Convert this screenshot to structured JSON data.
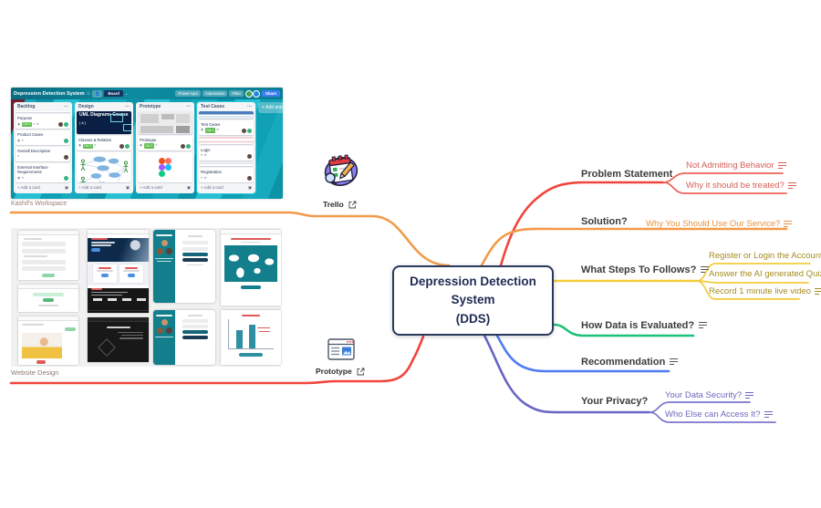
{
  "mindmap": {
    "center": {
      "title": "Depression Detection System",
      "subtitle": "(DDS)",
      "border_color": "#2b3a5c",
      "text_color": "#1e2a52"
    },
    "topic_label_color": "#3b3b3b",
    "topics": [
      {
        "label": "Problem Statement",
        "line_color": "#f0453c",
        "child_color": "#d65f58",
        "children": [
          {
            "label": "Not Admitting Behavior"
          },
          {
            "label": "Why it should be treated?"
          }
        ]
      },
      {
        "label": "Solution?",
        "line_color": "#f29a4a",
        "child_color": "#e8923f",
        "children": [
          {
            "label": "Why You Should Use Our Service?"
          }
        ]
      },
      {
        "label": "What Steps To Follows?",
        "line_color": "#f2cd3a",
        "child_color": "#a58d20",
        "children": [
          {
            "label": "Register or Login the Account"
          },
          {
            "label": "Answer the AI generated Quiz"
          },
          {
            "label": "Record 1 minute live video"
          }
        ]
      },
      {
        "label": "How Data is Evaluated?",
        "line_color": "#1fc07a",
        "children": []
      },
      {
        "label": "Recommendation",
        "line_color": "#4f7cf5",
        "children": []
      },
      {
        "label": "Your Privacy?",
        "line_color": "#6865c5",
        "child_color": "#6b67c0",
        "children": [
          {
            "label": "Your Data Security?"
          },
          {
            "label": "Who Else can Access It?"
          }
        ]
      }
    ],
    "attachments": {
      "trello": {
        "label": "Trello",
        "branch_color": "#f29a4a"
      },
      "prototype": {
        "label": "Prototype",
        "branch_color": "#f0453c"
      },
      "workspace_caption": "Kashif's Workspace",
      "website_caption": "Website Design"
    }
  },
  "trello_board": {
    "title": "Depression Detection System",
    "board_button": "Board",
    "powerups_button": "Power-Ups",
    "automation_button": "Automation",
    "filter_button": "Filter",
    "share_button": "Share",
    "add_list_label": "+ Add another list",
    "add_card_label": "+ Add a card",
    "srs_logo": "SRS",
    "uml_card_title": "UML Diagrams Course",
    "uml_card_sub": "( A )",
    "lists": [
      {
        "name": "Backlog",
        "badge": "Oct 3",
        "cards": [
          {
            "title": "Purpose"
          },
          {
            "title": "Product Cases"
          },
          {
            "title": "Overall Description"
          },
          {
            "title": "External Interface Requirements"
          }
        ]
      },
      {
        "name": "Design",
        "badge": "Oct 3",
        "cards": [
          {
            "title": "Classes & Relation"
          }
        ]
      },
      {
        "name": "Prototype",
        "badge": "Oct 3",
        "cards": [
          {
            "title": "Prototype"
          }
        ]
      },
      {
        "name": "Test Cases",
        "badge": "Oct 1",
        "cards": [
          {
            "title": "Test Cases"
          },
          {
            "title": "Login"
          },
          {
            "title": "Registration"
          }
        ]
      }
    ]
  }
}
